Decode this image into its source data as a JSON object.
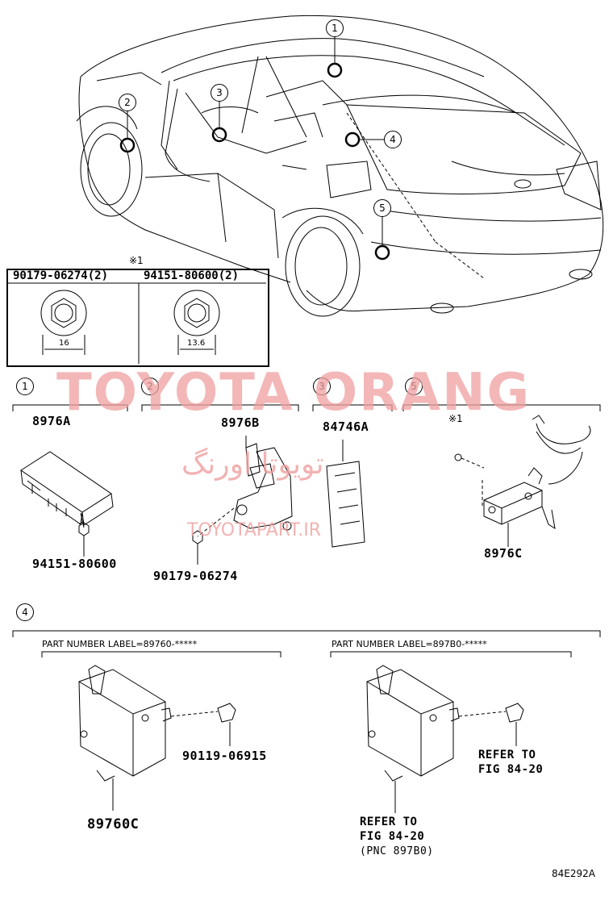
{
  "diagram": {
    "callouts": [
      "1",
      "2",
      "3",
      "4",
      "5"
    ],
    "asterisk_ref": "※1",
    "hardware_table": {
      "left_part": "90179-06274(2)",
      "right_part": "94151-80600(2)",
      "left_dim": "16",
      "right_dim": "13.6"
    },
    "section1": {
      "callout": "1",
      "part": "8976A",
      "fastener": "94151-80600"
    },
    "section2": {
      "callout": "2",
      "part": "8976B",
      "fastener": "90179-06274"
    },
    "section3": {
      "callout": "3",
      "part": "84746A"
    },
    "section5": {
      "callout": "5",
      "part": "8976C",
      "asterisk": "※1"
    },
    "section4": {
      "callout": "4",
      "left_label": "PART NUMBER LABEL=89760-*****",
      "right_label": "PART NUMBER LABEL=897B0-*****",
      "left_part": "89760C",
      "left_fastener": "90119-06915",
      "right_refer_1a": "REFER TO",
      "right_refer_1b": "FIG 84-20",
      "right_refer_2a": "REFER TO",
      "right_refer_2b": "FIG 84-20",
      "right_refer_2c": "(PNC 897B0)"
    },
    "figure_code": "84E292A"
  },
  "watermark": {
    "brand": "TOYOTA ORANG",
    "persian": "تویوتا اورنگ",
    "url": "TOYOTAPART.IR",
    "color": "#f0a0a0"
  }
}
